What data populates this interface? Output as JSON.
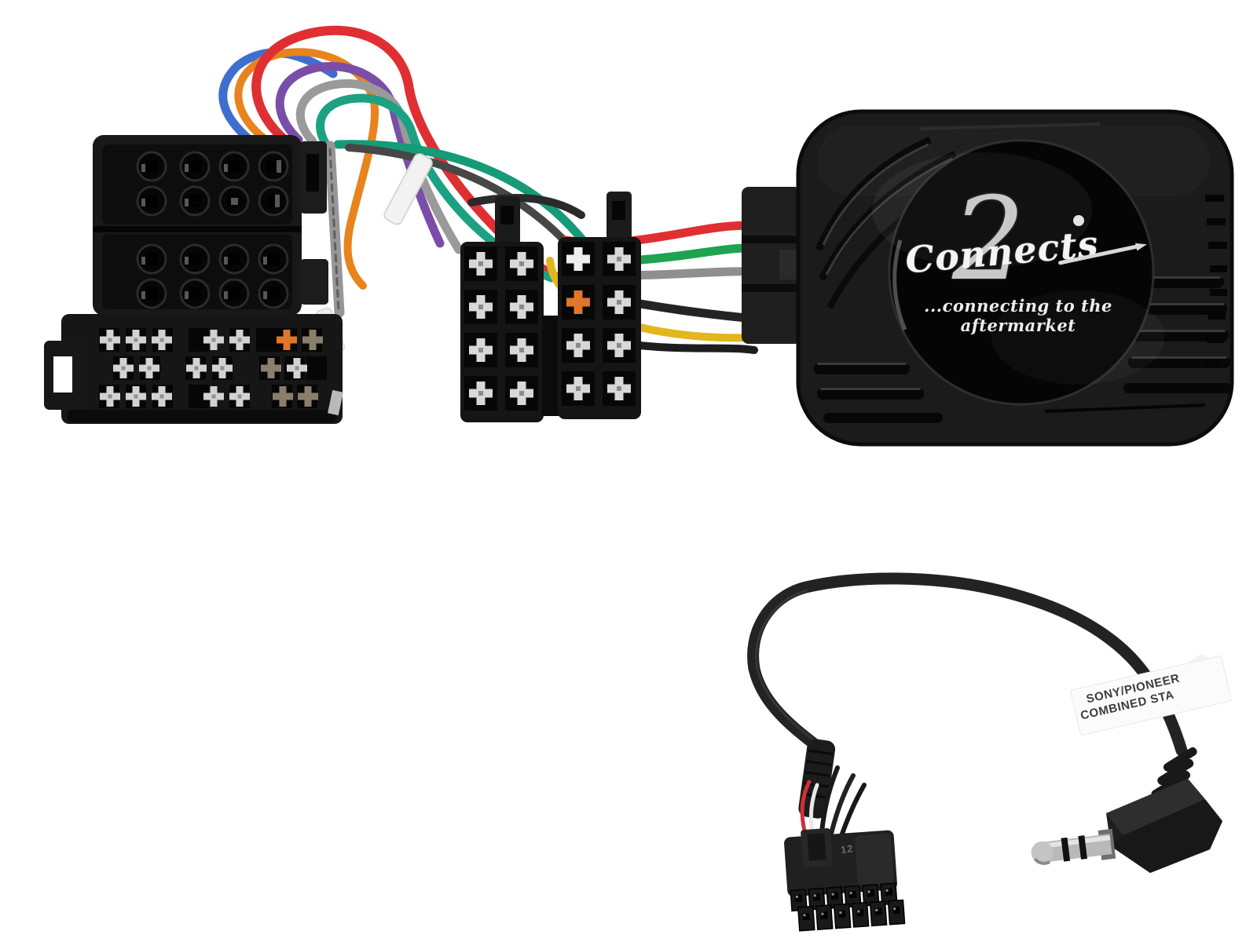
{
  "image": {
    "kind": "product-photo",
    "subject": "Connects2 steering wheel control interface adapter with vehicle harness, twin ISO connectors and Sony/Pioneer patch lead",
    "background": "#ffffff"
  },
  "interface_box": {
    "logo_script": "Connects",
    "logo_numeral": "2",
    "tagline": "...connecting to the aftermarket",
    "body_color": "#1b1b1b",
    "disc_color": "#050505",
    "logo_color": "#e6e6e6"
  },
  "patch_lead": {
    "label_line1": "SONY/PIONEER",
    "label_line2": "COMBINED STA",
    "connector_marking": "12",
    "cable_color": "#232323",
    "jack": "right-angle 3.5mm TRS plug"
  },
  "connectors": {
    "vehicle_connector": "16-way round-pin vehicle connector",
    "vehicle_blade_block": "wide blade connector with cross pins",
    "iso_a": "ISO male connector A",
    "iso_b": "ISO male connector B",
    "box_plug": "interface box side plug",
    "molex_12pin": "12-pin patch-lead connector"
  },
  "wire_colors": {
    "blue": "#3f6fce",
    "orange": "#e8831d",
    "red": "#e02f33",
    "purple": "#7a4ea8",
    "grey": "#9a9a9a",
    "teal": "#1ca183",
    "green": "#1da351",
    "yellow": "#e2b61e",
    "black": "#242424",
    "cable_tie": "#f2f2f2"
  }
}
